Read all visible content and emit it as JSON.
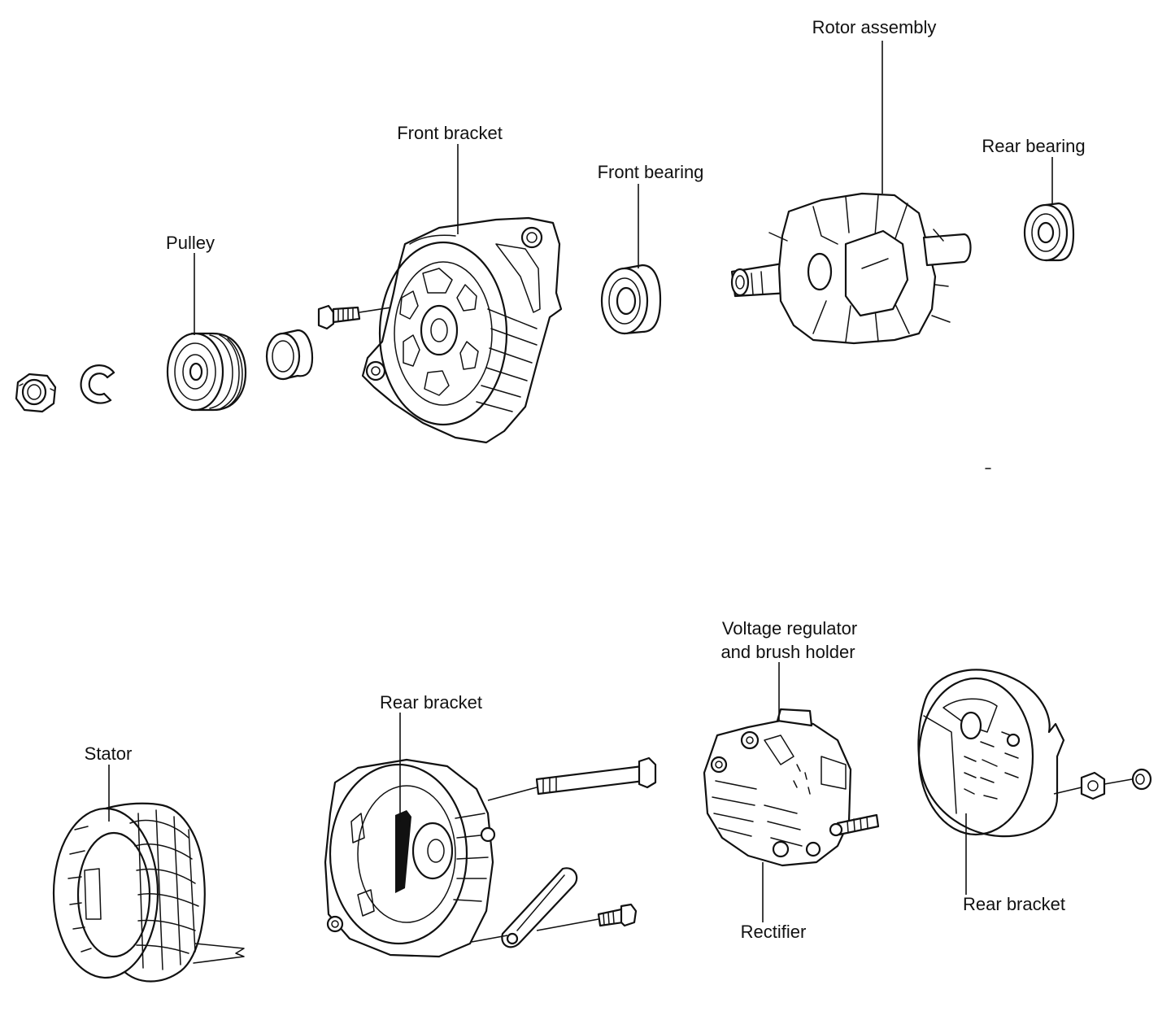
{
  "labels": {
    "rotor_assembly": "Rotor assembly",
    "front_bracket": "Front bracket",
    "front_bearing": "Front bearing",
    "rear_bearing": "Rear bearing",
    "pulley": "Pulley",
    "voltage_regulator": "Voltage regulator\nand brush holder",
    "voltage_regulator_line1": "Voltage regulator",
    "voltage_regulator_line2": "and brush holder",
    "rear_bracket_1": "Rear bracket",
    "stator": "Stator",
    "rectifier": "Rectifier",
    "rear_bracket_2": "Rear bracket"
  }
}
